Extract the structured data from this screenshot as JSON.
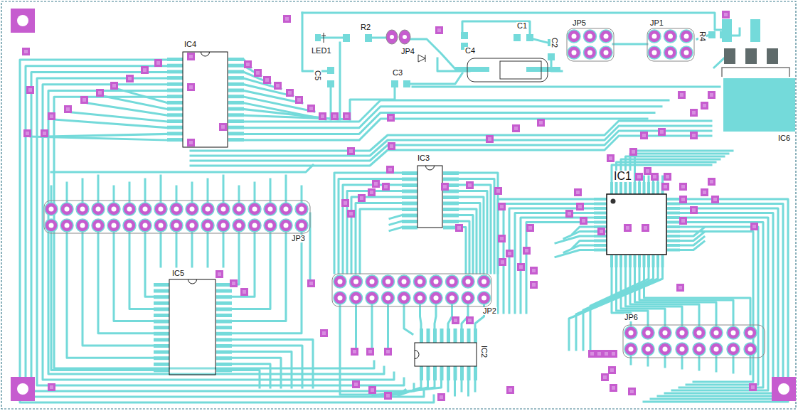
{
  "diagram": {
    "labels": [
      "IC4",
      "LED1",
      "R2",
      "JP4",
      "C5",
      "C3",
      "C4",
      "C1",
      "C2",
      "JP5",
      "JP1",
      "R4",
      "IC6",
      "IC3",
      "IC1",
      "JP3",
      "IC5",
      "JP2",
      "IC2",
      "JP6"
    ]
  }
}
